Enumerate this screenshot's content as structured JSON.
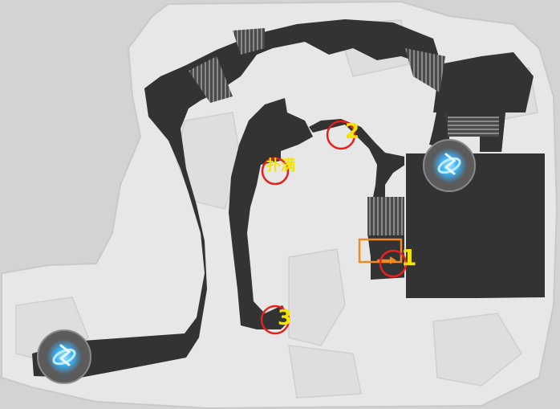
{
  "map": {
    "background_color": "#d3d3d3",
    "terrain_color": "#e6e6e6",
    "path_color": "#333333",
    "marker_ring_color": "#e8201e",
    "label_color": "#f5e400",
    "highlight_box_color": "#f08a24",
    "teleport_glow_color": "#3ab6ff"
  },
  "markers": [
    {
      "label": "1"
    },
    {
      "label": "2"
    },
    {
      "label": "3"
    },
    {
      "label": "扑满"
    }
  ],
  "icons": {
    "waypoint": "teleport-waypoint-icon",
    "arrow": "arrow-right-icon"
  }
}
